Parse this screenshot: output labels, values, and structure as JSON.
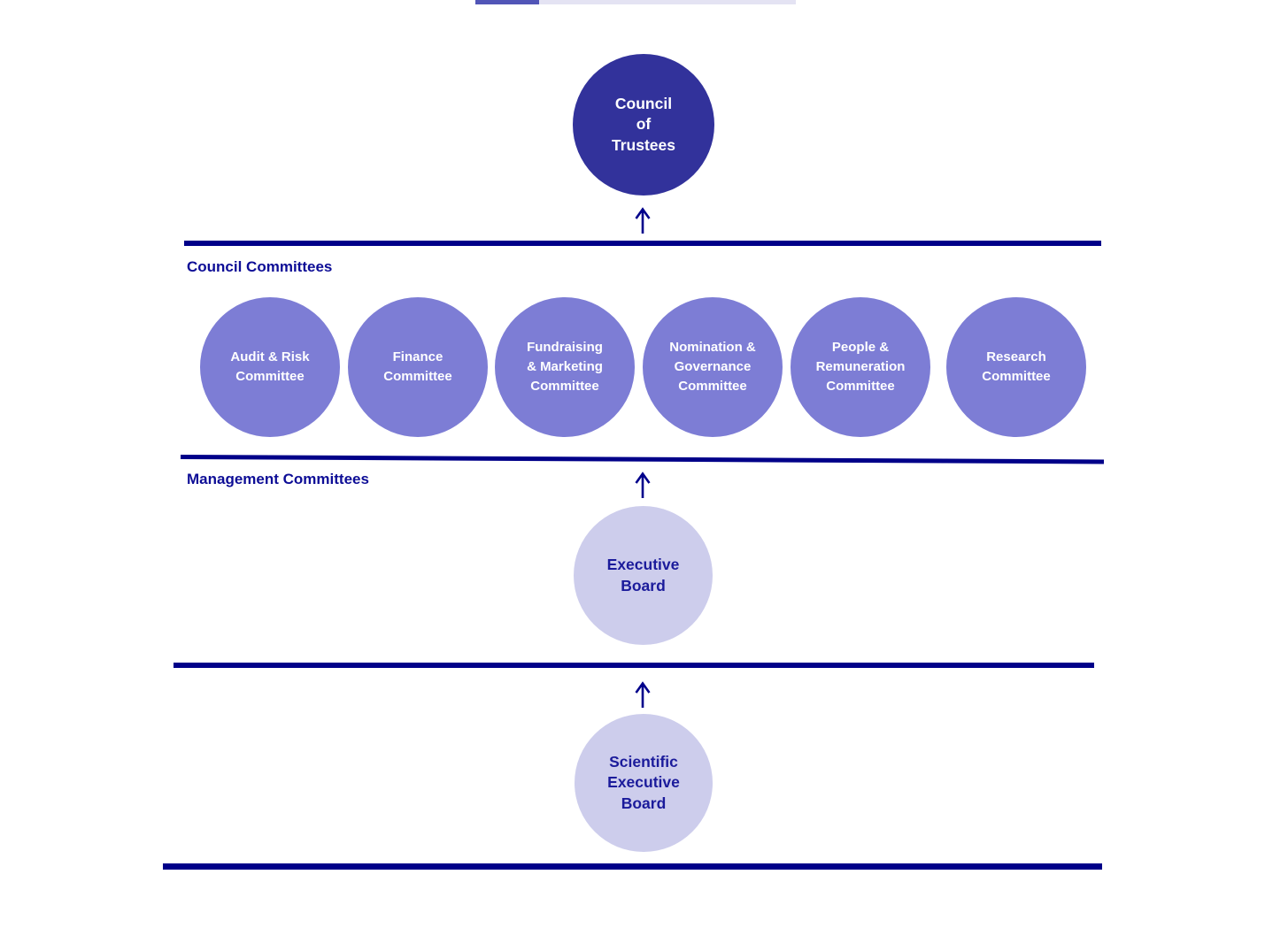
{
  "top_bar": {
    "dark_segment_color": "#5155b7",
    "light_segment_color": "#e4e3f3"
  },
  "colors": {
    "dark_circle": "#32329b",
    "committee_circle": "#7d7dd5",
    "light_circle": "#cdcdec",
    "line_navy": "#000089",
    "label_navy": "#0d0d96",
    "circle_text_navy": "#1b1b9b",
    "arrow_navy": "#00008b"
  },
  "diagram": {
    "top_node": {
      "label": "Council\nof\nTrustees"
    },
    "sections": [
      {
        "label": "Council Committees"
      },
      {
        "label": "Management Committees"
      }
    ],
    "committees": [
      {
        "label": "Audit & Risk\nCommittee"
      },
      {
        "label": "Finance\nCommittee"
      },
      {
        "label": "Fundraising\n& Marketing\nCommittee"
      },
      {
        "label": "Nomination &\nGovernance\nCommittee"
      },
      {
        "label": "People &\nRemuneration\nCommittee"
      },
      {
        "label": "Research\nCommittee"
      }
    ],
    "executive_node": {
      "label": "Executive\nBoard"
    },
    "scientific_node": {
      "label": "Scientific\nExecutive\nBoard"
    }
  }
}
